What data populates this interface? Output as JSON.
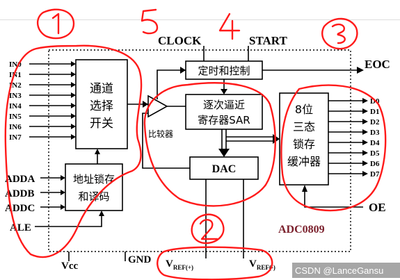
{
  "chip": {
    "name": "ADC0809",
    "top_inputs": {
      "clock": "CLOCK",
      "start": "START"
    },
    "analog_inputs": [
      "IN0",
      "IN1",
      "IN2",
      "IN3",
      "IN4",
      "IN5",
      "IN6",
      "IN7"
    ],
    "address_inputs": [
      "ADDA",
      "ADDB",
      "ADDC"
    ],
    "ale": "ALE",
    "eoc": "EOC",
    "oe": "OE",
    "data_outputs": [
      "D0",
      "D1",
      "D2",
      "D3",
      "D4",
      "D5",
      "D6",
      "D7"
    ],
    "bottom_pins": {
      "vcc": "Vcc",
      "gnd": "GND",
      "vref_plus": "V",
      "vref_plus_sub": "REF(+)",
      "vref_minus": "V",
      "vref_minus_sub": "REF(-)"
    }
  },
  "blocks": {
    "channel_switch": [
      "通道",
      "选择",
      "开关"
    ],
    "address_latch": [
      "地址锁存",
      "和译码"
    ],
    "timing_control": "定时和控制",
    "sar": [
      "逐次逼近",
      "寄存器SAR"
    ],
    "comparator": "比较器",
    "dac": "DAC",
    "buffer": [
      "8位",
      "三态",
      "锁存",
      "缓冲器"
    ]
  },
  "annotations": {
    "circled": [
      "1",
      "2",
      "3",
      "4",
      "5"
    ],
    "watermark": "CSDN @LanceGansu"
  },
  "colors": {
    "annotation": "#ff1a1a",
    "ink": "#000000",
    "background": "#ffffff"
  }
}
